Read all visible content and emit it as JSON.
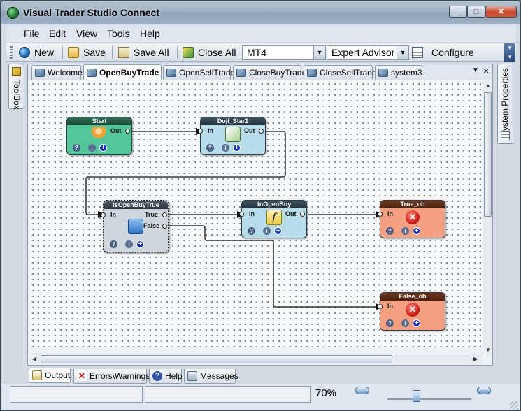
{
  "window": {
    "title": "Visual Trader Studio Connect",
    "app_icon": "globe-icon"
  },
  "menu": {
    "items": [
      "File",
      "Edit",
      "View",
      "Tools",
      "Help"
    ]
  },
  "toolbar": {
    "new_label": "New",
    "save_label": "Save",
    "saveall_label": "Save All",
    "closeall_label": "Close All",
    "platform_value": "MT4",
    "mode_value": "Expert Advisor",
    "configure_label": "Configure"
  },
  "side_panels": {
    "left": "ToolBox",
    "right": "System Properties"
  },
  "tabs": [
    {
      "label": "Welcome"
    },
    {
      "label": "OpenBuyTrade",
      "active": true
    },
    {
      "label": "OpenSellTrade"
    },
    {
      "label": "CloseBuyTrade"
    },
    {
      "label": "CloseSellTrade"
    },
    {
      "label": "system3"
    }
  ],
  "nodes": {
    "start": {
      "title": "Start",
      "out": "Out"
    },
    "doji": {
      "title": "Doji_Star1",
      "in": "In",
      "out": "Out"
    },
    "isopen": {
      "title": "IsOpenBuyTrue",
      "in": "In",
      "true": "True",
      "false": "False"
    },
    "fnopen": {
      "title": "fnOpenBuy",
      "in": "In",
      "out": "Out"
    },
    "trueob": {
      "title": "True_ob",
      "in": "In"
    },
    "falseob": {
      "title": "False_ob",
      "in": "In"
    },
    "mini_q": "?",
    "mini_i": "i",
    "mini_plus": "+"
  },
  "bottom_tabs": [
    {
      "label": "Output",
      "active": true
    },
    {
      "label": "Errors\\Warnings"
    },
    {
      "label": "Help"
    },
    {
      "label": "Messages"
    }
  ],
  "status": {
    "zoom": "70%"
  },
  "colors": {
    "start_node": "#54c79a",
    "block_node": "#b6dde9",
    "end_node": "#f5a080",
    "wire": "#111111"
  }
}
